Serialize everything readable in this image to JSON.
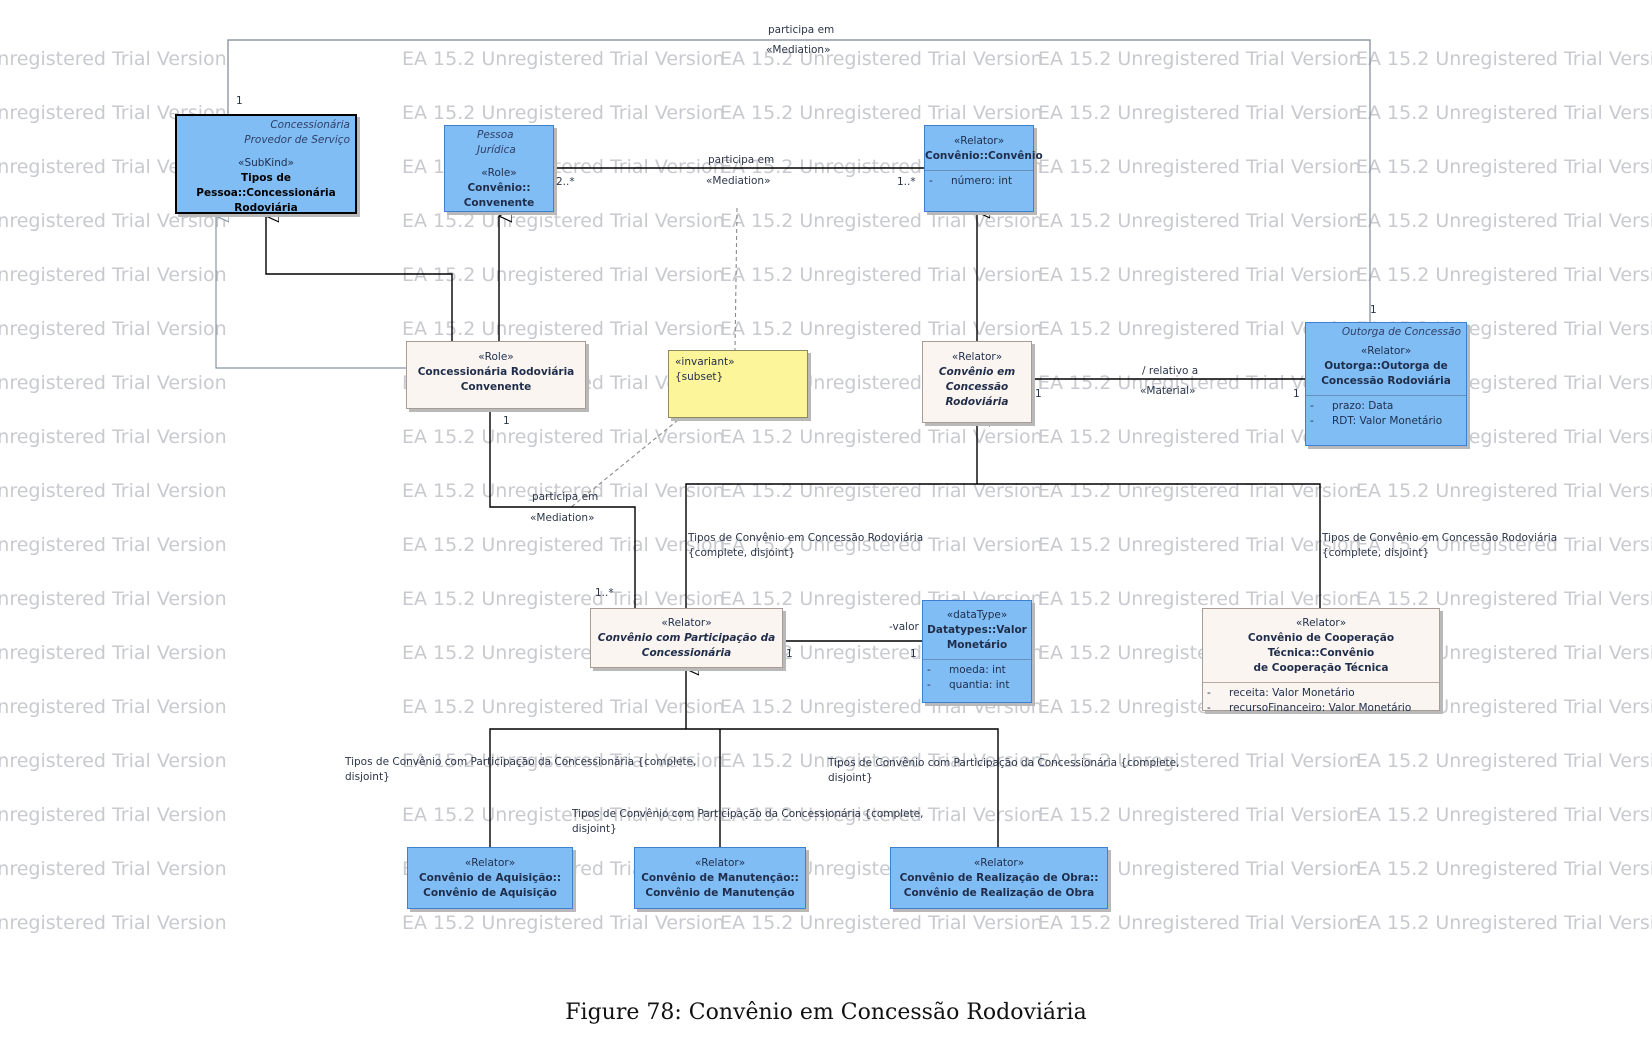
{
  "watermark": "EA 15.2 Unregistered Trial Version",
  "caption": "Figure 78: Convênio em Concessão Rodoviária",
  "classes": {
    "concessionaria": {
      "top_tag_1": "Concessionária",
      "top_tag_2": "Provedor de Serviço",
      "stereotype": "«SubKind»",
      "name_1": "Tipos de Pessoa::Concessionária",
      "name_2": "Rodoviária"
    },
    "convenente": {
      "top_tag": "Pessoa Jurídica",
      "stereotype": "«Role»",
      "name_1": "Convênio::",
      "name_2": "Convenente"
    },
    "convenio": {
      "stereotype": "«Relator»",
      "name": "Convênio::Convênio",
      "attr_1": "número: int"
    },
    "outorga": {
      "top_tag": "Outorga de Concessão",
      "stereotype": "«Relator»",
      "name_1": "Outorga::Outorga de",
      "name_2": "Concessão Rodoviária",
      "attr_1": "prazo: Data",
      "attr_2": "RDT: Valor Monetário"
    },
    "conc_conv": {
      "stereotype": "«Role»",
      "name_1": "Concessionária Rodoviária",
      "name_2": "Convenente"
    },
    "note": {
      "line_1": "«invariant»",
      "line_2": "{subset}"
    },
    "conv_concessao": {
      "stereotype": "«Relator»",
      "name_1": "Convênio em",
      "name_2": "Concessão",
      "name_3": "Rodoviária"
    },
    "conv_participacao": {
      "stereotype": "«Relator»",
      "name_1": "Convênio com Participação da",
      "name_2": "Concessionária"
    },
    "valor_monetario": {
      "stereotype": "«dataType»",
      "name_1": "Datatypes::Valor",
      "name_2": "Monetário",
      "attr_1": "moeda: int",
      "attr_2": "quantia: int"
    },
    "cooperacao": {
      "stereotype": "«Relator»",
      "name_1": "Convênio de Cooperação Técnica::Convênio",
      "name_2": "de Cooperação Técnica",
      "attr_1": "receita: Valor Monetário",
      "attr_2": "recursoFinanceiro: Valor Monetário"
    },
    "aquisicao": {
      "stereotype": "«Relator»",
      "name_1": "Convênio de Aquisição::",
      "name_2": "Convênio de Aquisição"
    },
    "manutencao": {
      "stereotype": "«Relator»",
      "name_1": "Convênio de Manutenção::",
      "name_2": "Convênio de Manutenção"
    },
    "realizacao": {
      "stereotype": "«Relator»",
      "name_1": "Convênio de Realização de Obra::",
      "name_2": "Convênio de Realização de Obra"
    }
  },
  "labels": {
    "top_assoc_name": "participa em",
    "top_assoc_stereo": "«Mediation»",
    "top_mult_left": "1",
    "top_mult_right": "1",
    "mid_assoc_name": "participa em",
    "mid_assoc_stereo": "«Mediation»",
    "mid_mult_left": "2..*",
    "mid_mult_right": "1..*",
    "low_assoc_name": "participa em",
    "low_assoc_stereo": "«Mediation»",
    "low_mult_top": "1",
    "low_mult_bottom": "1..*",
    "rel_assoc_name": "/ relativo a",
    "rel_assoc_stereo": "«Material»",
    "rel_mult_left": "1",
    "rel_mult_right": "1",
    "valor_role": "-valor",
    "valor_mult_left": "1",
    "valor_mult_right": "1",
    "gs_concessao_left_1": "Tipos de Convênio em Concessão Rodoviária",
    "gs_concessao_left_2": "{complete, disjoint}",
    "gs_concessao_right_1": "Tipos de Convênio em Concessão Rodoviária",
    "gs_concessao_right_2": "{complete, disjoint}",
    "gs_part_a_1": "Tipos de Convênio com Participação da Concessionária {complete,",
    "gs_part_a_2": "disjoint}",
    "gs_part_b_1": "Tipos de Convênio com Participação da Concessionária {complete,",
    "gs_part_b_2": "disjoint}",
    "gs_part_c_1": "Tipos de Convênio com Participação da Concessionária {complete,",
    "gs_part_c_2": "disjoint}"
  },
  "colors": {
    "blue_fill": "#80bdf5",
    "cream_fill": "#faf5f1",
    "note_fill": "#fdf59a",
    "watermark": "#c8cacf"
  }
}
